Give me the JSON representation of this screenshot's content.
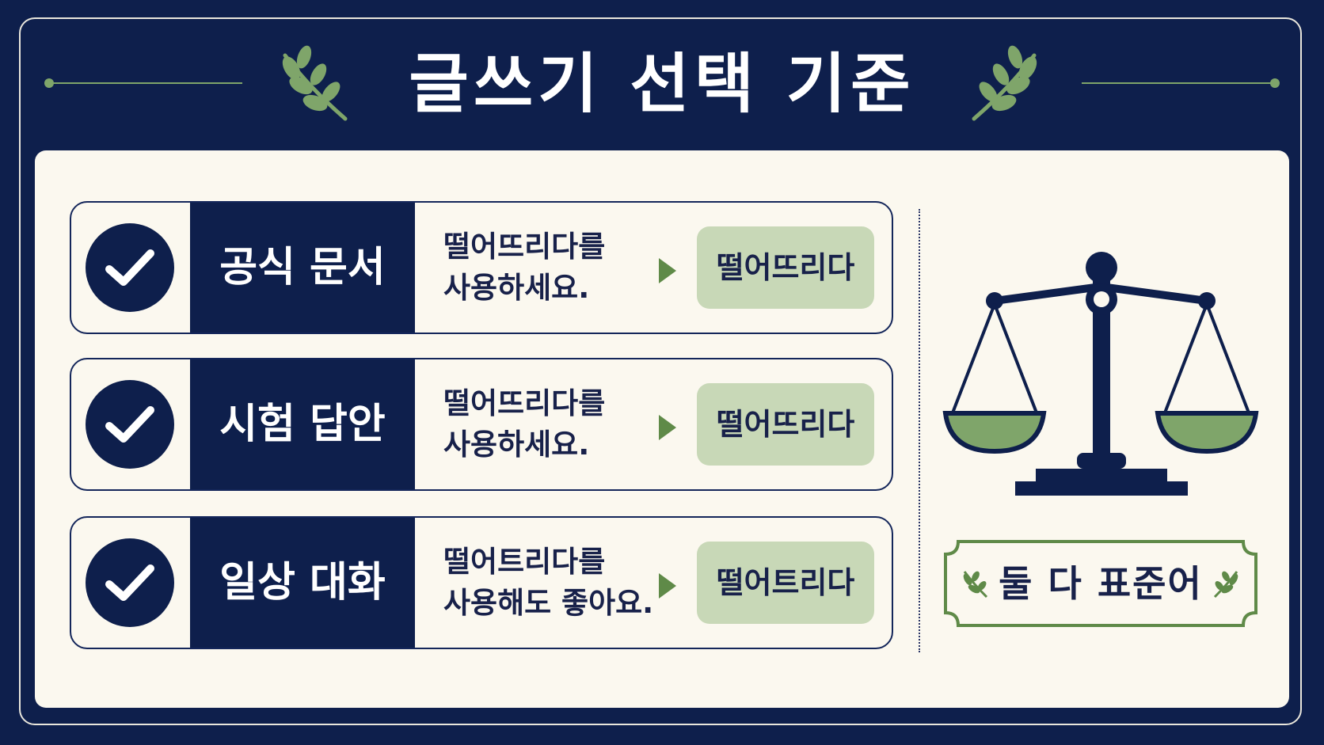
{
  "title": "글쓰기 선택 기준",
  "rows": [
    {
      "label": "공식 문서",
      "desc_line1": "떨어뜨리다를",
      "desc_line2": "사용하세요.",
      "result": "떨어뜨리다"
    },
    {
      "label": "시험 답안",
      "desc_line1": "떨어뜨리다를",
      "desc_line2": "사용하세요.",
      "result": "떨어뜨리다"
    },
    {
      "label": "일상 대화",
      "desc_line1": "떨어트리다를",
      "desc_line2": "사용해도 좋아요.",
      "result": "떨어트리다"
    }
  ],
  "badge": {
    "text": "둘 다 표준어"
  },
  "icons": {
    "row_marker": "check-icon",
    "row_arrow": "arrow-right-icon",
    "side_illustration": "scale-icon",
    "decoration": "laurel-icon"
  },
  "colors": {
    "navy": "#0e1f4c",
    "cream": "#fbf8ef",
    "green": "#7fa56a",
    "light_green": "#c8d8b7"
  }
}
